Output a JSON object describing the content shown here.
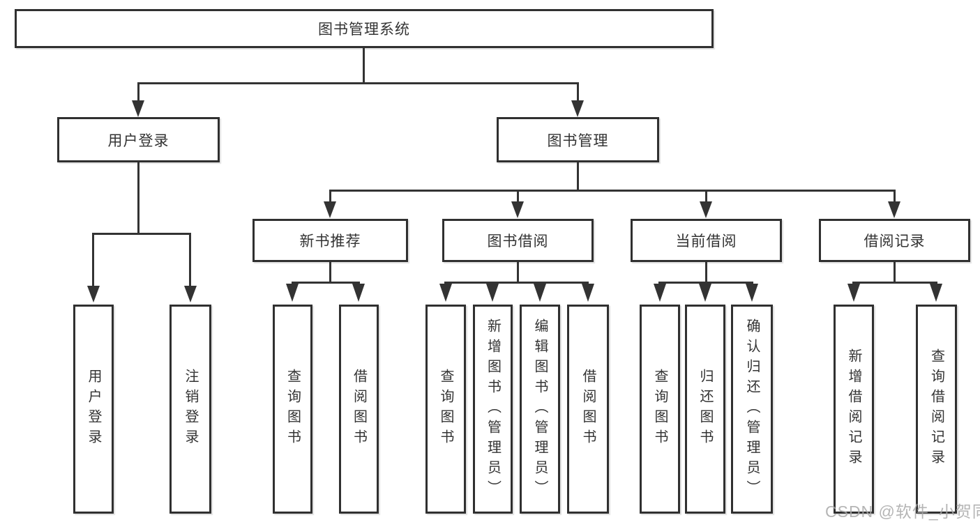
{
  "tree": {
    "root": {
      "label": "图书管理系统",
      "children": [
        {
          "label": "用户登录",
          "children": [
            {
              "label": "用户登录"
            },
            {
              "label": "注销登录"
            }
          ]
        },
        {
          "label": "图书管理",
          "children": [
            {
              "label": "新书推荐",
              "children": [
                {
                  "label": "查询图书"
                },
                {
                  "label": "借阅图书"
                }
              ]
            },
            {
              "label": "图书借阅",
              "children": [
                {
                  "label": "查询图书"
                },
                {
                  "label": "新增图书（管理员）"
                },
                {
                  "label": "编辑图书（管理员）"
                },
                {
                  "label": "借阅图书"
                }
              ]
            },
            {
              "label": "当前借阅",
              "children": [
                {
                  "label": "查询图书"
                },
                {
                  "label": "归还图书"
                },
                {
                  "label": "确认归还（管理员）"
                }
              ]
            },
            {
              "label": "借阅记录",
              "children": [
                {
                  "label": "新增借阅记录"
                },
                {
                  "label": "查询借阅记录"
                }
              ]
            }
          ]
        }
      ]
    }
  },
  "watermark": {
    "text": "CSDN @软件_小贺同学"
  },
  "colors": {
    "line": "#333333",
    "text": "#333333",
    "watermark": "#a8a8a8",
    "background": "#ffffff"
  }
}
